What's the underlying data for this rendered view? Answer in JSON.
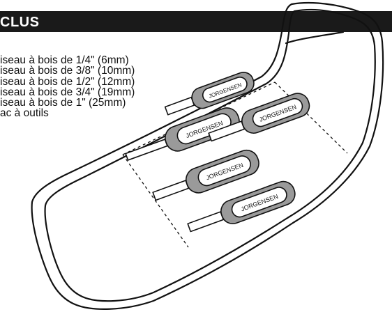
{
  "header": {
    "title": "CLUS"
  },
  "items": [
    "iseau à bois de 1/4\" (6mm)",
    "iseau à bois de 3/8\" (10mm)",
    "iseau à bois de 1/2\" (12mm)",
    "iseau à bois de 3/4\" (19mm)",
    "iseau à bois de 1\" (25mm)",
    "ac à outils"
  ],
  "brand": "JORGENSEN",
  "colors": {
    "header_bg": "#1a1a1a",
    "header_text": "#ffffff",
    "line": "#111111",
    "grip": "#9a9a9a"
  }
}
